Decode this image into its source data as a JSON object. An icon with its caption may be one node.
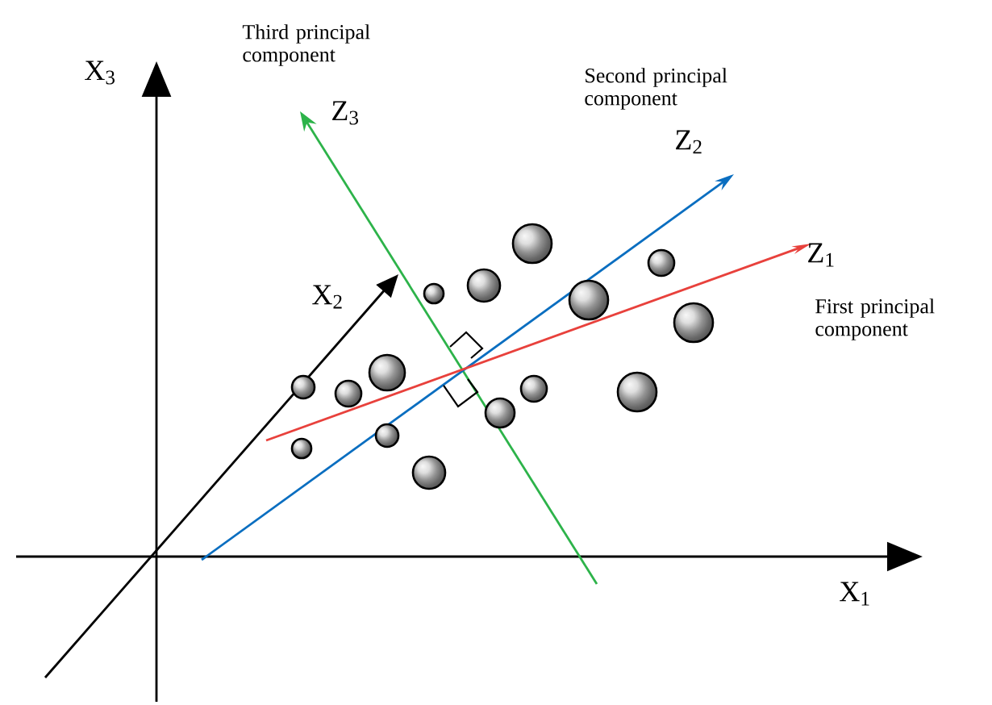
{
  "diagram": {
    "labels": [
      "X$_{3}$",
      "Third principal component",
      "Z$_{3}$",
      "Second principal component",
      "Z$_{2}$",
      "Z$_{1}$",
      "First principal component",
      "X$_{2}$",
      "X$_{1}$"
    ]
  }
}
